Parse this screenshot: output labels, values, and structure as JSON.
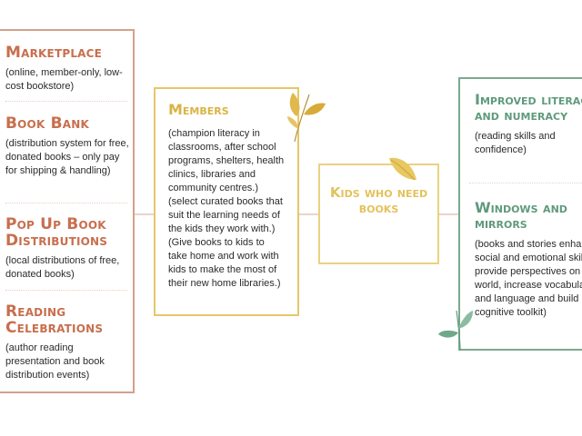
{
  "left": {
    "sections": [
      {
        "title": "Marketplace",
        "desc": "(online, member-only, low-cost bookstore)"
      },
      {
        "title": "Book Bank",
        "desc": "(distribution system for free, donated books – only pay for shipping & handling)"
      },
      {
        "title": "Pop Up Book Distributions",
        "desc": "(local distributions of free, donated books)"
      },
      {
        "title": "Reading Celebrations",
        "desc": "(author reading presentation and book distribution events)"
      }
    ]
  },
  "middle": {
    "title": "Members",
    "desc": "(champion literacy in classrooms, after school programs, shelters, health clinics, libraries and community centres.) (select curated books that suit the learning needs of the kids they work with.) (Give books to kids to take home and work with kids to make the most of their new home libraries.)"
  },
  "center": {
    "title": "Kids who need books"
  },
  "right": {
    "sections": [
      {
        "title": "Improved literacy and numeracy",
        "desc": "(reading skills and confidence)"
      },
      {
        "title": "Windows and mirrors",
        "desc": "(books and stories enhance social and emotional skills, provide perspectives on the world, increase vocabulary and language and build a cognitive toolkit)"
      }
    ]
  },
  "colors": {
    "orange": "#c86f4e",
    "yellow": "#d9b444",
    "green": "#5f9a7c"
  },
  "icons": [
    "leaf-icon"
  ]
}
